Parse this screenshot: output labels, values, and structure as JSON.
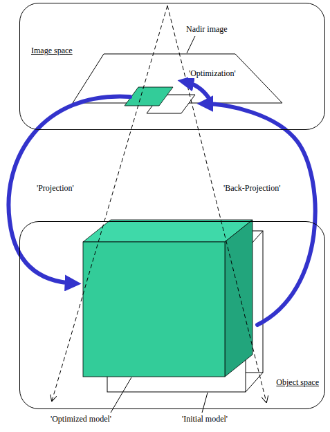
{
  "diagram": {
    "nodes": [
      {
        "text": [
          "Image space"
        ]
      },
      {
        "text": [
          "Object space"
        ]
      }
    ],
    "labels": [
      "Nadir image",
      "'Optimization'",
      "'Projection'",
      "'Back-Projection'",
      "'Optimized model'",
      "'Initial model'"
    ]
  }
}
